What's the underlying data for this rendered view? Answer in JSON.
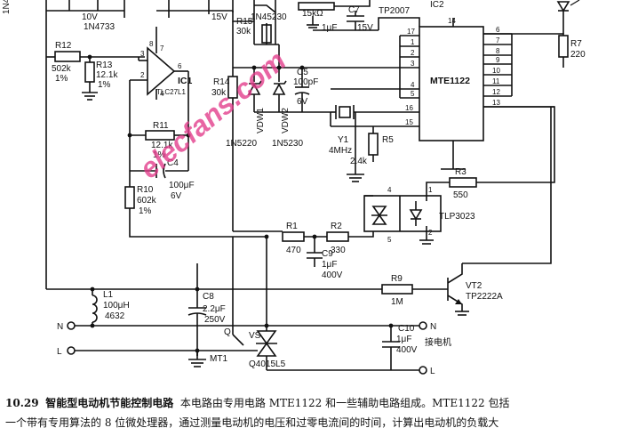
{
  "watermark": "elecfans.com",
  "caption": {
    "number": "10.29",
    "title": "智能型电动机节能控制电路",
    "line1": "本电路由专用电路 MTE1122 和一些辅助电路组成。MTE1122 包括",
    "line2": "一个带有专用算法的 8 位微处理器，通过测量电动机的电压和过零电流间的时间，计算出电动机的负载大"
  },
  "labels": {
    "in4_partial": "1N4",
    "r12": "R12",
    "r12_val": "502k",
    "r12_tol": "1%",
    "r13": "R13",
    "r13_val": "12.1k",
    "r13_tol": "1%",
    "ic1": "IC1",
    "ic1_part": "TLC27L1",
    "r11": "R11",
    "r11_val": "12.1k",
    "r11_tol": "1%",
    "c4": "C4",
    "c4_val": "100μF",
    "c4_volt": "6V",
    "r10": "R10",
    "r10_val": "602k",
    "r10_tol": "1%",
    "ten_v": "10V",
    "in4733": "1N4733",
    "r14": "R14",
    "r14_val": "30k",
    "r15": "R15",
    "r15_val": "30k",
    "in4530": "1N45230",
    "r_15k": "15kΩ",
    "c7": "C7",
    "c7_val": "1μF",
    "c7_volt": "15V",
    "v15": "15V",
    "tp2007": "TP2007",
    "ic2": "IC2",
    "c5": "C5",
    "c5_val": "100pF",
    "c5_volt": "6V",
    "vdw1": "VDW1",
    "vdw2": "VDW2",
    "in5220": "1N5220",
    "in5230": "1N5230",
    "y1": "Y1",
    "y1_val": "4MHz",
    "r5": "R5",
    "r5_val": "2.4k",
    "mte": "MTE1122",
    "r7": "R7",
    "r7_val": "220",
    "r3": "R3",
    "r3_val": "550",
    "tlp": "TLP3023",
    "r1": "R1",
    "r1_val": "470",
    "r2": "R2",
    "r2_val": "330",
    "c9": "C9",
    "c9_val": "1μF",
    "c9_volt": "400V",
    "l1": "L1",
    "l1_val": "100μH",
    "l1_part": "4632",
    "c8": "C8",
    "c8_val": "2.2μF",
    "c8_volt": "250V",
    "r9": "R9",
    "r9_val": "1M",
    "vt2": "VT2",
    "vt2_part": "TP2222A",
    "n": "N",
    "l": "L",
    "q": "Q",
    "vs": "VS",
    "mt1": "MT1",
    "q4015": "Q4015L5",
    "c10": "C10",
    "c10_val": "1μF",
    "c10_volt": "400V",
    "motor": "接电机",
    "n2": "N",
    "l2": "L"
  },
  "pins": {
    "ic1_8": "8",
    "ic1_7": "7",
    "ic1_3": "3",
    "ic1_2": "2",
    "ic1_6": "6",
    "ic1_4": "4",
    "ic2_14": "14",
    "ic2_17": "17",
    "ic2_1": "1",
    "ic2_2": "2",
    "ic2_3": "3",
    "ic2_4": "4",
    "ic2_5": "5",
    "ic2_16": "16",
    "ic2_15": "15",
    "ic2_6": "6",
    "ic2_7": "7",
    "ic2_8": "8",
    "ic2_9": "9",
    "ic2_10": "10",
    "ic2_11": "11",
    "ic2_12": "12",
    "ic2_13": "13",
    "tlp_4": "4",
    "tlp_5": "5",
    "tlp_1": "1",
    "tlp_2": "2"
  }
}
